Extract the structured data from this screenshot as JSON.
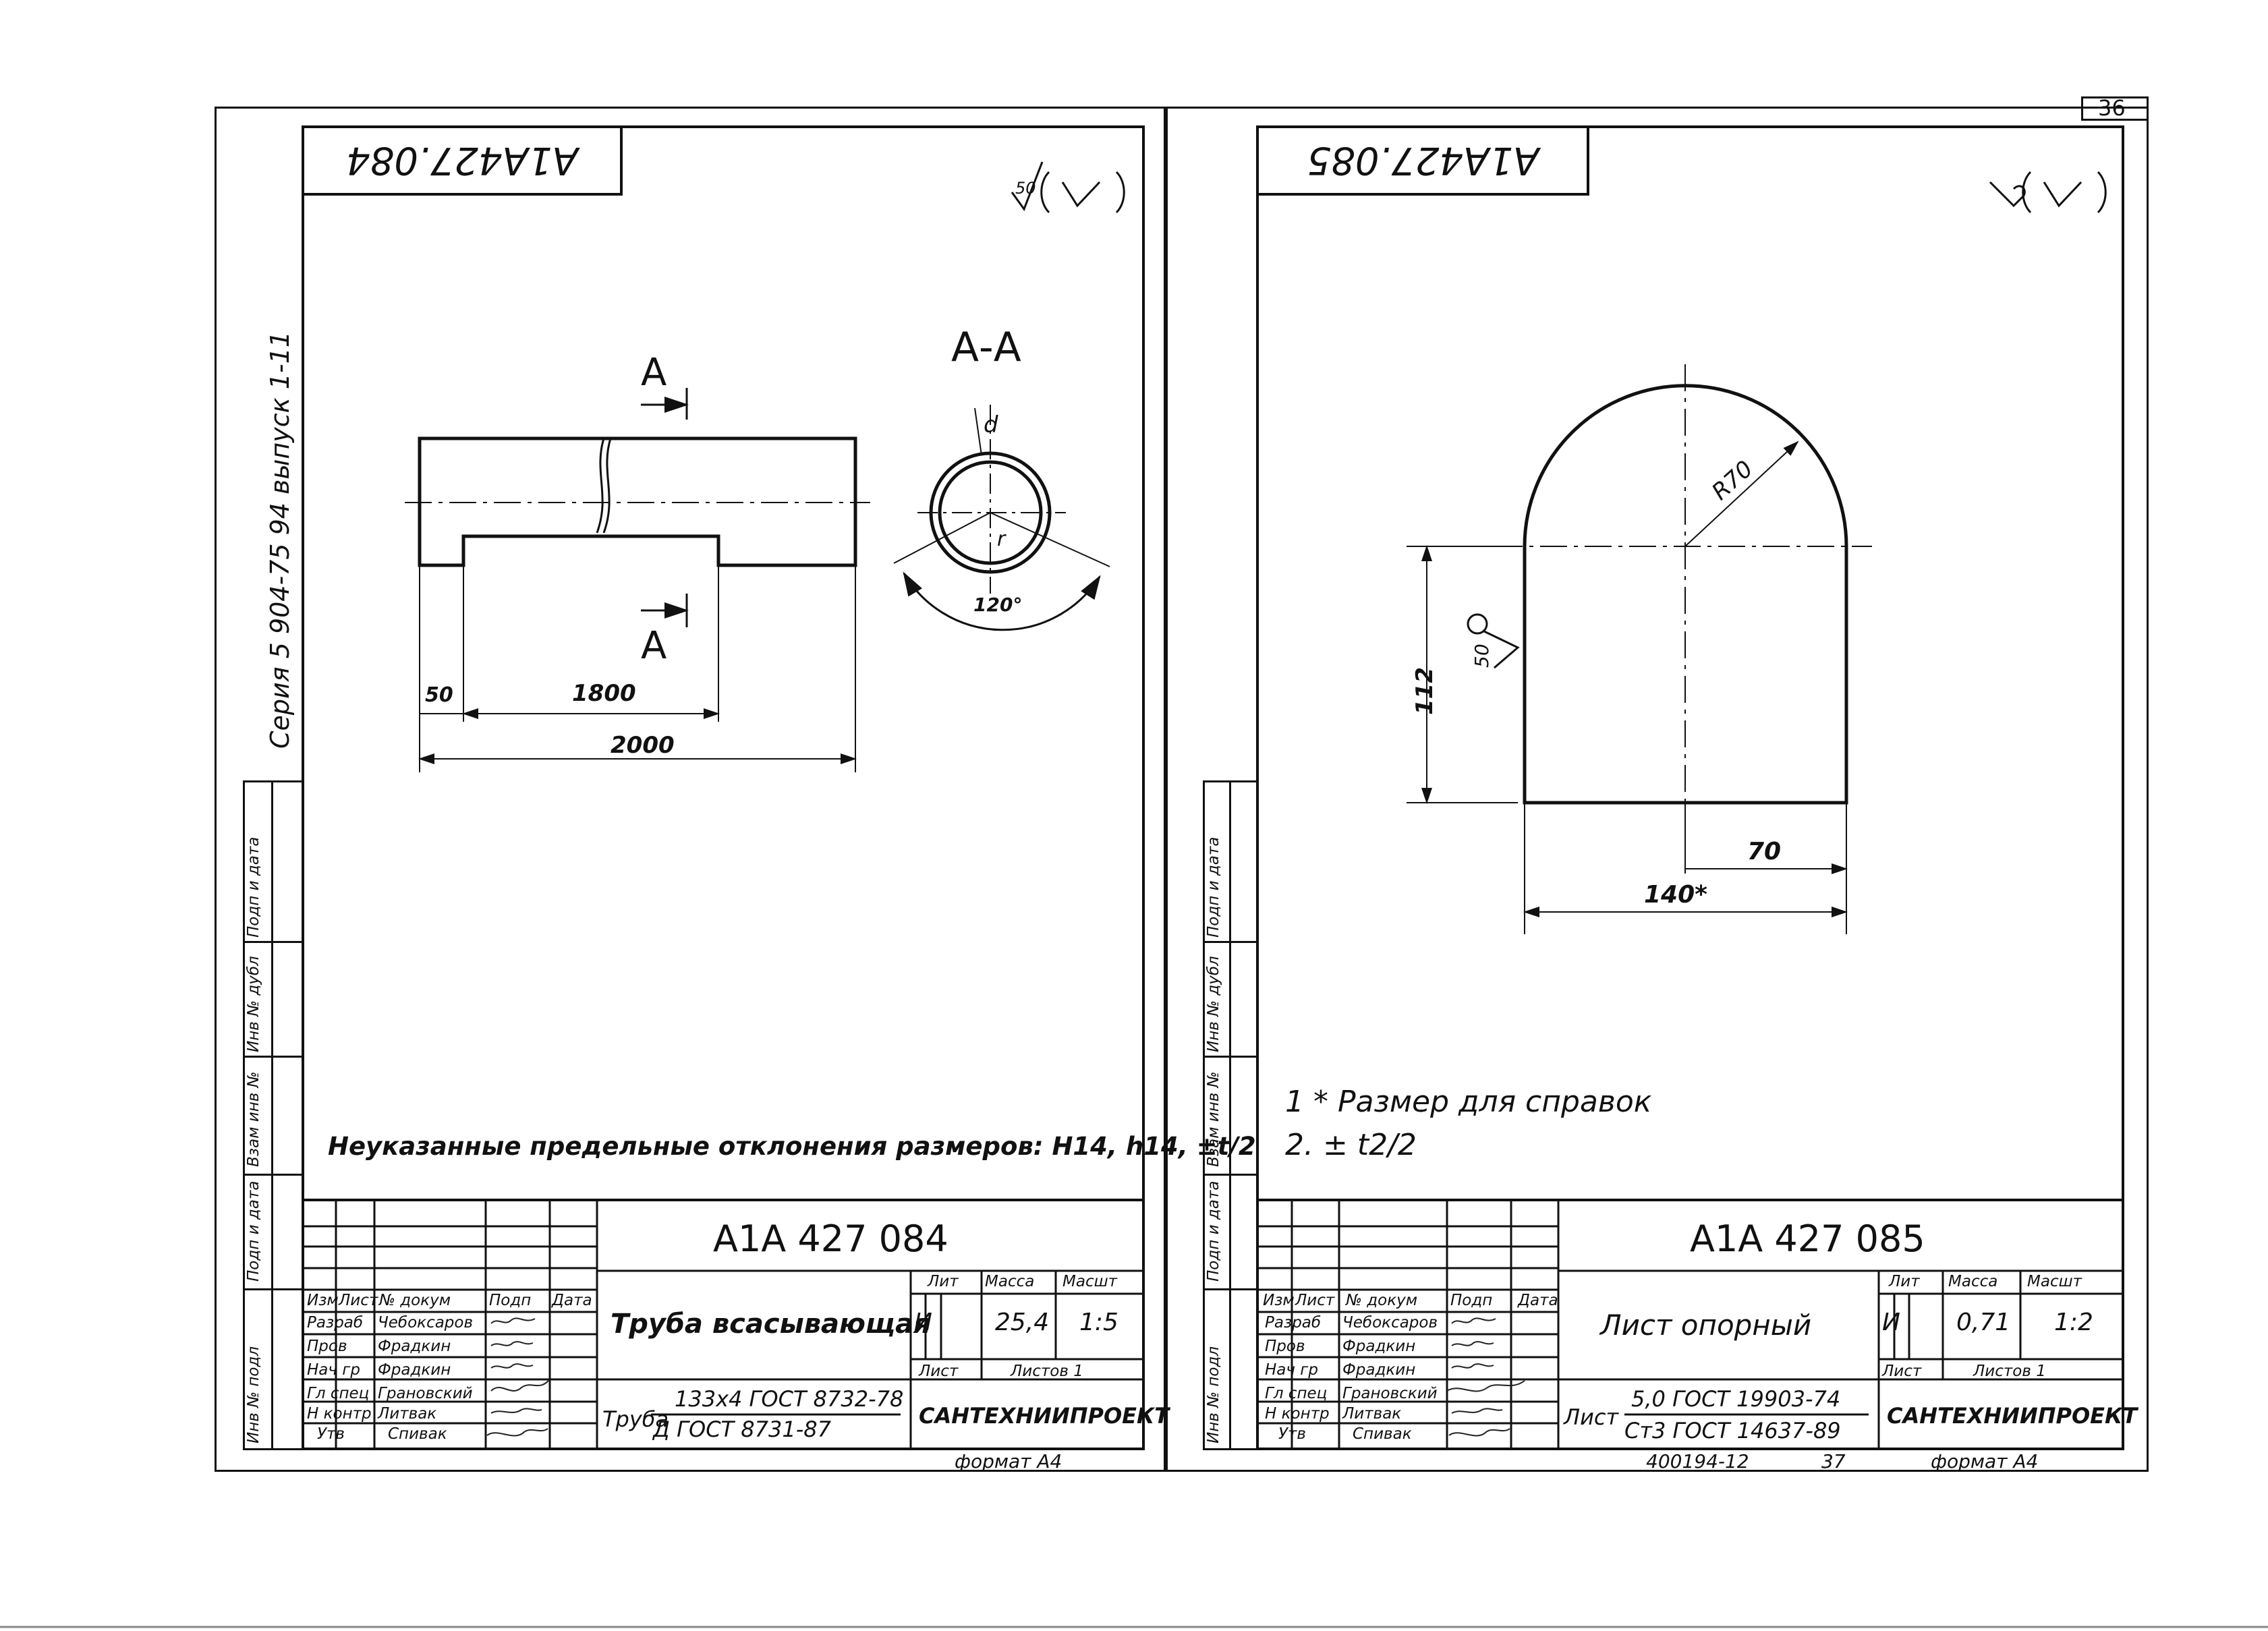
{
  "page_number": "36",
  "series_label": "Серия 5 904-75 94 выпуск 1-11",
  "left_sheet": {
    "corner_code": "А1А427.084",
    "roughness": "50",
    "view_label": "А-А",
    "section_marker": "А",
    "dims": {
      "offset": "50",
      "inner": "1800",
      "total": "2000",
      "angle": "120°",
      "r_label": "r",
      "d_label": "d"
    },
    "tolerance_note": "Неуказанные предельные отклонения размеров: H14, h14, ±t/2",
    "doc_code": "А1А 427 084",
    "title": "Труба всасывающая",
    "lit": "И",
    "mass": "25,4",
    "scale": "1:5",
    "sheet_label": "Лист",
    "sheets_label": "Листов 1",
    "material_prefix": "Труба",
    "material_top": "133х4 ГОСТ 8732-78",
    "material_bottom": "Д ГОСТ 8731-87",
    "org": "САНТЕХНИИПРОЕКТ",
    "format": "формат А4"
  },
  "right_sheet": {
    "corner_code": "А1А427.085",
    "roughness": "50",
    "dims": {
      "radius": "R70",
      "height": "112",
      "half": "70",
      "width": "140*"
    },
    "note1": "1 * Размер для справок",
    "note2": "2. ± t2/2",
    "doc_code": "А1А 427 085",
    "title": "Лист опорный",
    "lit": "И",
    "mass": "0,71",
    "scale": "1:2",
    "sheet_label": "Лист",
    "sheets_label": "Листов 1",
    "material_prefix": "Лист",
    "material_top": "5,0 ГОСТ 19903-74",
    "material_bottom": "Ст3 ГОСТ 14637-89",
    "org": "САНТЕХНИИПРОЕКТ",
    "format": "формат А4",
    "footer_code": "400194-12",
    "footer_page": "37"
  },
  "table_headers": {
    "izm": "Изм",
    "list": "Лист",
    "doc_no": "№ докум",
    "sign": "Подп",
    "date": "Дата",
    "lit": "Лит",
    "mass": "Масса",
    "scale": "Масшт"
  },
  "roles": [
    {
      "role": "Разраб",
      "name": "Чебоксаров"
    },
    {
      "role": "Пров",
      "name": "Фрадкин"
    },
    {
      "role": "Нач гр",
      "name": "Фрадкин"
    },
    {
      "role": "Гл спец",
      "name": "Грановский"
    },
    {
      "role": "Н контр",
      "name": "Литвак"
    },
    {
      "role": "Утв",
      "name": "Спивак"
    }
  ],
  "side_stamp": [
    "Инв № подл",
    "Подп и дата",
    "Взам инв №",
    "Инв № дубл",
    "Подп и дата"
  ]
}
